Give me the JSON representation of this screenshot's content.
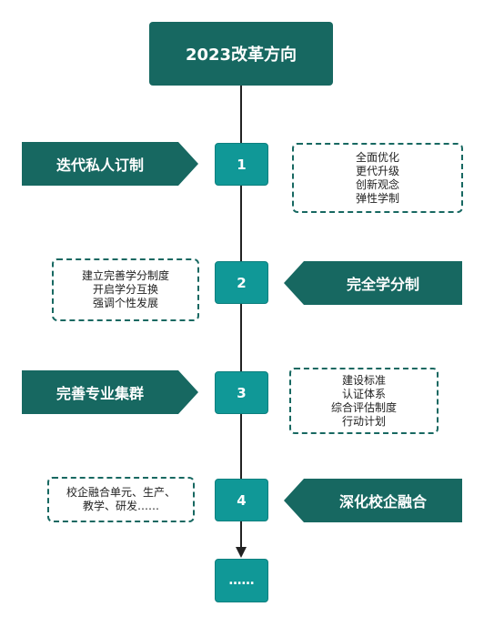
{
  "title": "2023改革方向",
  "steps": [
    {
      "num": "1",
      "label": "迭代私人订制",
      "notes": [
        "全面优化",
        "更代升级",
        "创新观念",
        "弹性学制"
      ]
    },
    {
      "num": "2",
      "label": "完全学分制",
      "notes": [
        "建立完善学分制度",
        "开启学分互换",
        "强调个性发展"
      ]
    },
    {
      "num": "3",
      "label": "完善专业集群",
      "notes": [
        "建设标准",
        "认证体系",
        "综合评估制度",
        "行动计划"
      ]
    },
    {
      "num": "4",
      "label": "深化校企融合",
      "notes": [
        "校企融合单元、生产、",
        "教学、研发……"
      ]
    }
  ],
  "end_label": "……",
  "colors": {
    "dark_teal": "#176861",
    "teal": "#109897",
    "line": "#222222"
  }
}
